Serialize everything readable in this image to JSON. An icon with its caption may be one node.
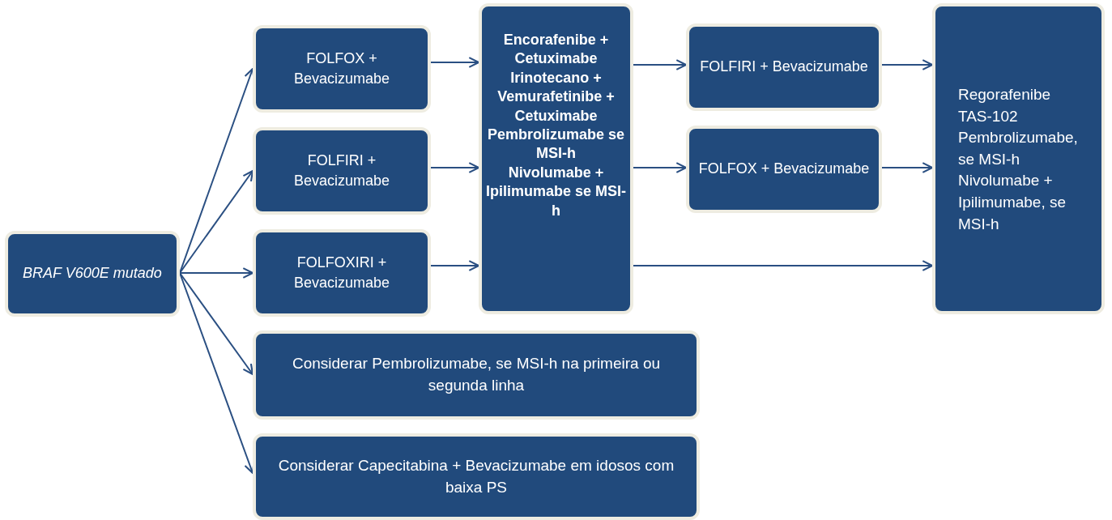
{
  "diagram": {
    "nodes": [
      {
        "text": [
          "BRAF V600E mutado"
        ]
      },
      {
        "text": [
          "FOLFOX + Bevacizumabe"
        ]
      },
      {
        "text": [
          "FOLFIRI + Bevacizumabe"
        ]
      },
      {
        "text": [
          "FOLFOXIRI + Bevacizumabe"
        ]
      },
      {
        "text": [
          "Considerar Pembrolizumabe, se MSI-h na primeira ou segunda linha"
        ]
      },
      {
        "text": [
          "Considerar Capecitabina + Bevacizumabe em idosos com baixa PS"
        ]
      },
      {
        "text": [
          "Encorafenibe + Cetuximabe",
          "Irinotecano + Vemurafetinibe + Cetuximabe",
          "Pembrolizumabe se MSI-h",
          "Nivolumabe + Ipilimumabe se MSI-h"
        ]
      },
      {
        "text": [
          "FOLFIRI + Bevacizumabe"
        ]
      },
      {
        "text": [
          "FOLFOX + Bevacizumabe"
        ]
      },
      {
        "text": [
          "Regorafenibe",
          "TAS-102",
          "Pembrolizumabe, se MSI-h",
          "Nivolumabe + Ipilimumabe, se MSI-h"
        ]
      }
    ],
    "edges": [
      {
        "from": 0,
        "to": 1,
        "arrow": "to"
      },
      {
        "from": 0,
        "to": 2,
        "arrow": "to"
      },
      {
        "from": 0,
        "to": 3,
        "arrow": "to"
      },
      {
        "from": 0,
        "to": 4,
        "arrow": "to"
      },
      {
        "from": 0,
        "to": 5,
        "arrow": "to"
      },
      {
        "from": 1,
        "to": 6,
        "arrow": "to"
      },
      {
        "from": 2,
        "to": 6,
        "arrow": "to"
      },
      {
        "from": 3,
        "to": 6,
        "arrow": "to"
      },
      {
        "from": 6,
        "to": 7,
        "arrow": "to"
      },
      {
        "from": 6,
        "to": 8,
        "arrow": "to"
      },
      {
        "from": 7,
        "to": 9,
        "arrow": "to"
      },
      {
        "from": 8,
        "to": 9,
        "arrow": "to"
      },
      {
        "from": 6,
        "to": 9,
        "arrow": "to"
      }
    ]
  }
}
